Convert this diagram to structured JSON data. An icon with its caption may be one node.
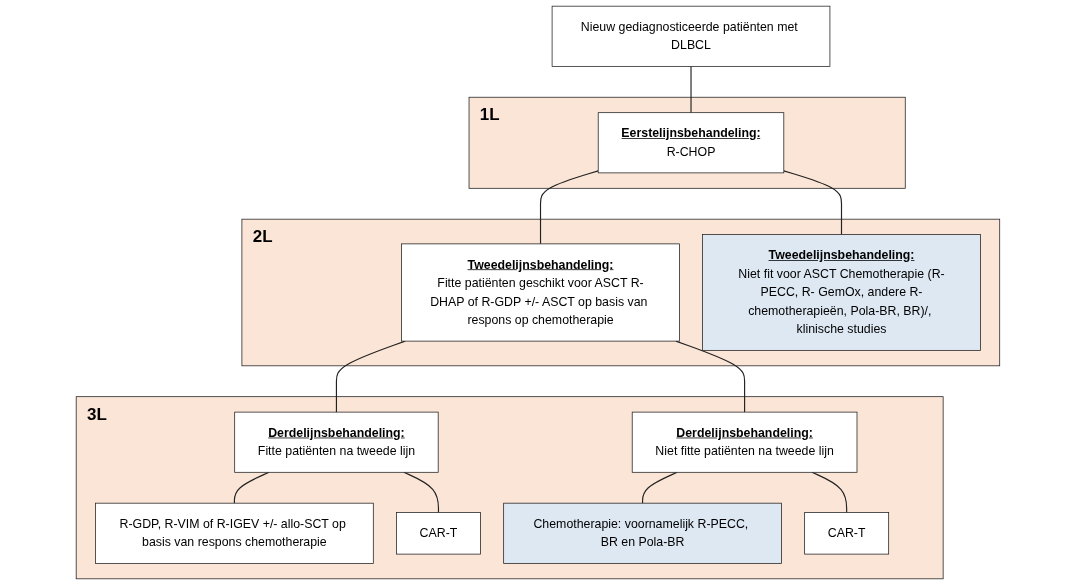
{
  "diagram": {
    "nodes": [
      {
        "text": [
          "Nieuw gediagnosticeerde patiënten met DLBCL"
        ]
      },
      {
        "text": [
          "1L"
        ]
      },
      {
        "text": [
          "Eerstelijnsbehandeling:",
          "R-CHOP"
        ],
        "in": 1
      },
      {
        "text": [
          "2L"
        ]
      },
      {
        "text": [
          "Tweedelijnsbehandeling:",
          "Fitte patiënten geschikt voor ASCT R-DHAP of R-GDP +/- ASCT op basis van respons op chemotherapie"
        ],
        "in": 3
      },
      {
        "text": [
          "Tweedelijnsbehandeling:",
          "Niet fit voor ASCT Chemotherapie (R-PECC, R- GemOx, andere R-chemotherapieën, Pola-BR, BR)/, klinische studies"
        ],
        "in": 3
      },
      {
        "text": [
          "3L"
        ]
      },
      {
        "text": [
          "Derdelijnsbehandeling:",
          "Fitte patiënten na tweede lijn"
        ],
        "in": 6
      },
      {
        "text": [
          "Derdelijnsbehandeling:",
          "Niet fitte patiënten na tweede lijn"
        ],
        "in": 6
      },
      {
        "text": [
          "R-GDP, R-VIM of R-IGEV +/- allo-SCT op basis van respons chemotherapie"
        ],
        "in": 6
      },
      {
        "text": [
          "CAR-T"
        ],
        "in": 6
      },
      {
        "text": [
          "Chemotherapie: voornamelijk R-PECC, BR en Pola-BR"
        ],
        "in": 6
      },
      {
        "text": [
          "CAR-T"
        ],
        "in": 6
      }
    ],
    "edges": [
      {
        "from": 0,
        "to": 2,
        "arrow": "none"
      },
      {
        "from": 2,
        "to": 4,
        "arrow": "none"
      },
      {
        "from": 2,
        "to": 5,
        "arrow": "none"
      },
      {
        "from": 4,
        "to": 7,
        "arrow": "none"
      },
      {
        "from": 4,
        "to": 8,
        "arrow": "none"
      },
      {
        "from": 7,
        "to": 9,
        "arrow": "none"
      },
      {
        "from": 7,
        "to": 10,
        "arrow": "none"
      },
      {
        "from": 8,
        "to": 11,
        "arrow": "none"
      },
      {
        "from": 8,
        "to": 12,
        "arrow": "none"
      }
    ]
  }
}
